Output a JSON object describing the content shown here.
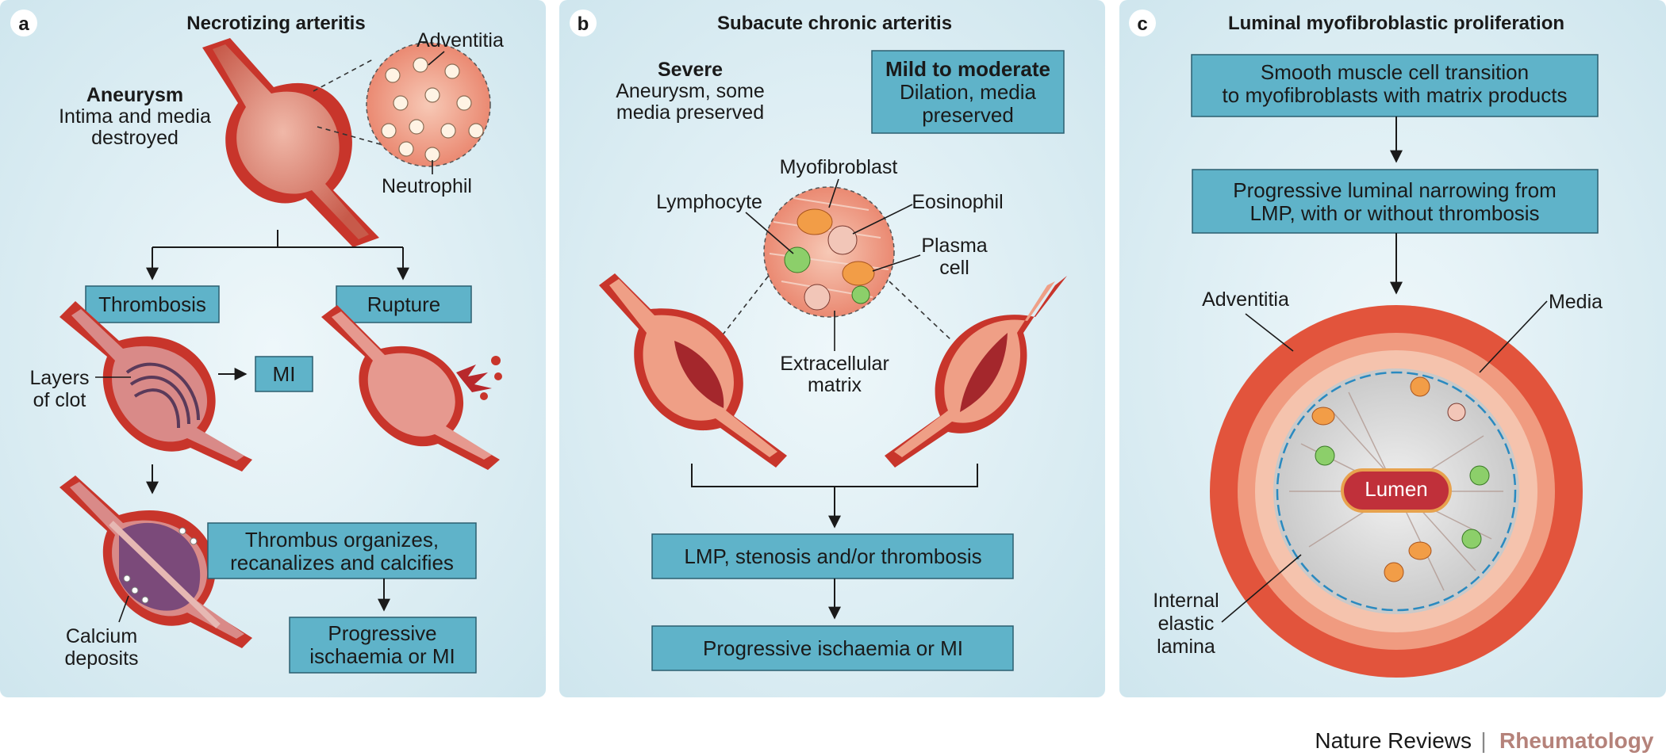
{
  "panels": {
    "a": {
      "letter": "a",
      "title": "Necrotizing arteritis",
      "aneurysm_title": "Aneurysm",
      "aneurysm_line1": "Intima and media",
      "aneurysm_line2": "destroyed",
      "adventitia": "Adventitia",
      "neutrophil": "Neutrophil",
      "thrombosis": "Thrombosis",
      "rupture": "Rupture",
      "mi": "MI",
      "layers_line1": "Layers",
      "layers_line2": "of clot",
      "organizes_line1": "Thrombus organizes,",
      "organizes_line2": "recanalizes and calcifies",
      "calcium_line1": "Calcium",
      "calcium_line2": "deposits",
      "progressive_line1": "Progressive",
      "progressive_line2": "ischaemia or MI"
    },
    "b": {
      "letter": "b",
      "title": "Subacute chronic arteritis",
      "severe_title": "Severe",
      "severe_line1": "Aneurysm, some",
      "severe_line2": "media preserved",
      "mild_title": "Mild to moderate",
      "mild_line1": "Dilation, media",
      "mild_line2": "preserved",
      "myofibroblast": "Myofibroblast",
      "lymphocyte": "Lymphocyte",
      "eosinophil": "Eosinophil",
      "plasma_line1": "Plasma",
      "plasma_line2": "cell",
      "ecm_line1": "Extracellular",
      "ecm_line2": "matrix",
      "lmp_box": "LMP, stenosis and/or thrombosis",
      "progressive_box": "Progressive ischaemia or MI"
    },
    "c": {
      "letter": "c",
      "title": "Luminal myofibroblastic proliferation",
      "box1_line1": "Smooth muscle cell transition",
      "box1_line2": "to myofibroblasts with matrix products",
      "box2_line1": "Progressive luminal narrowing from",
      "box2_line2": "LMP, with or without thrombosis",
      "adventitia": "Adventitia",
      "media": "Media",
      "lumen": "Lumen",
      "iel_line1": "Internal",
      "iel_line2": "elastic",
      "iel_line3": "lamina"
    }
  },
  "footer": {
    "journal": "Nature Reviews",
    "separator": "|",
    "subject": "Rheumatology"
  },
  "colors": {
    "panel_bg": "#d6eaf1",
    "box_fill": "#5fb3c9",
    "vessel_red": "#c8352b",
    "subject_color": "#b5827a"
  }
}
